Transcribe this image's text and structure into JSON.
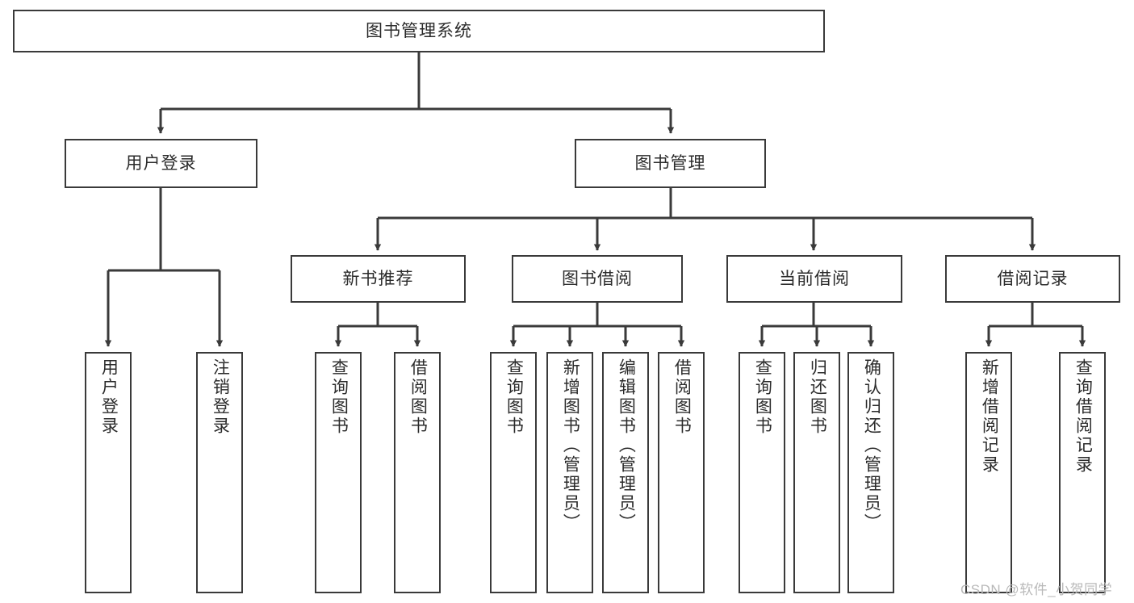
{
  "diagram": {
    "title": "图书管理系统",
    "type": "功能结构图",
    "colors": {
      "box_border": "#3a3a3a",
      "box_fill": "#ffffff",
      "edge": "#3a3a3a",
      "text": "#2b2b2b",
      "watermark": "#b9b9b9",
      "background": "#ffffff"
    },
    "watermark": "CSDN @软件_小贺同学",
    "nodes": {
      "root": {
        "label": "图书管理系统"
      },
      "level1": [
        {
          "id": "user-login",
          "label": "用户登录"
        },
        {
          "id": "book-management",
          "label": "图书管理"
        }
      ],
      "level2": [
        {
          "id": "new-book-recommend",
          "label": "新书推荐"
        },
        {
          "id": "book-borrow",
          "label": "图书借阅"
        },
        {
          "id": "current-borrow",
          "label": "当前借阅"
        },
        {
          "id": "borrow-record",
          "label": "借阅记录"
        }
      ],
      "leaves": {
        "user_login": [
          {
            "id": "leaf-user-login",
            "label": "用户登录"
          },
          {
            "id": "leaf-user-logout",
            "label": "注销登录"
          }
        ],
        "new_book_recommend": [
          {
            "id": "leaf-query-book-1",
            "label": "查询图书"
          },
          {
            "id": "leaf-borrow-book-1",
            "label": "借阅图书"
          }
        ],
        "book_borrow": [
          {
            "id": "leaf-query-book-2",
            "label": "查询图书"
          },
          {
            "id": "leaf-add-book",
            "label": "新增图书（管理员）"
          },
          {
            "id": "leaf-edit-book",
            "label": "编辑图书（管理员）"
          },
          {
            "id": "leaf-borrow-book-2",
            "label": "借阅图书"
          }
        ],
        "current_borrow": [
          {
            "id": "leaf-query-book-3",
            "label": "查询图书"
          },
          {
            "id": "leaf-return-book",
            "label": "归还图书"
          },
          {
            "id": "leaf-confirm-return",
            "label": "确认归还（管理员）"
          }
        ],
        "borrow_record": [
          {
            "id": "leaf-add-record",
            "label": "新增借阅记录"
          },
          {
            "id": "leaf-query-record",
            "label": "查询借阅记录"
          }
        ]
      }
    }
  }
}
